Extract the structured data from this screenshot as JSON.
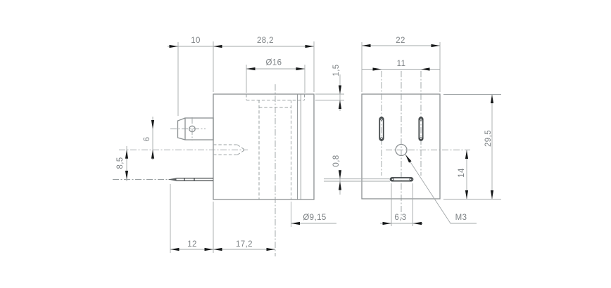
{
  "colors": {
    "line": "#8b9092",
    "thin_line": "#a3a8aa",
    "hidden_line": "#9aa0a2",
    "dark_feature": "#3e4345",
    "arrow": "#151718",
    "text": "#7d8285",
    "background": "#ffffff"
  },
  "side_view": {
    "offset_10": "10",
    "width_28_2": "28,2",
    "recess_dia": "Ø16",
    "recess_depth_1_5": "1,5",
    "spacing_6": "6",
    "spacing_8_5": "8,5",
    "pin_length_12": "12",
    "center_17_2": "17,2",
    "bore_dia": "Ø9,15"
  },
  "front_view": {
    "width_22": "22",
    "slot_spacing_11": "11",
    "height_29_5": "29,5",
    "hole_height_14": "14",
    "tab_width_6_3": "6,3",
    "tab_thickness_0_8": "0,8",
    "thread": "M3"
  }
}
